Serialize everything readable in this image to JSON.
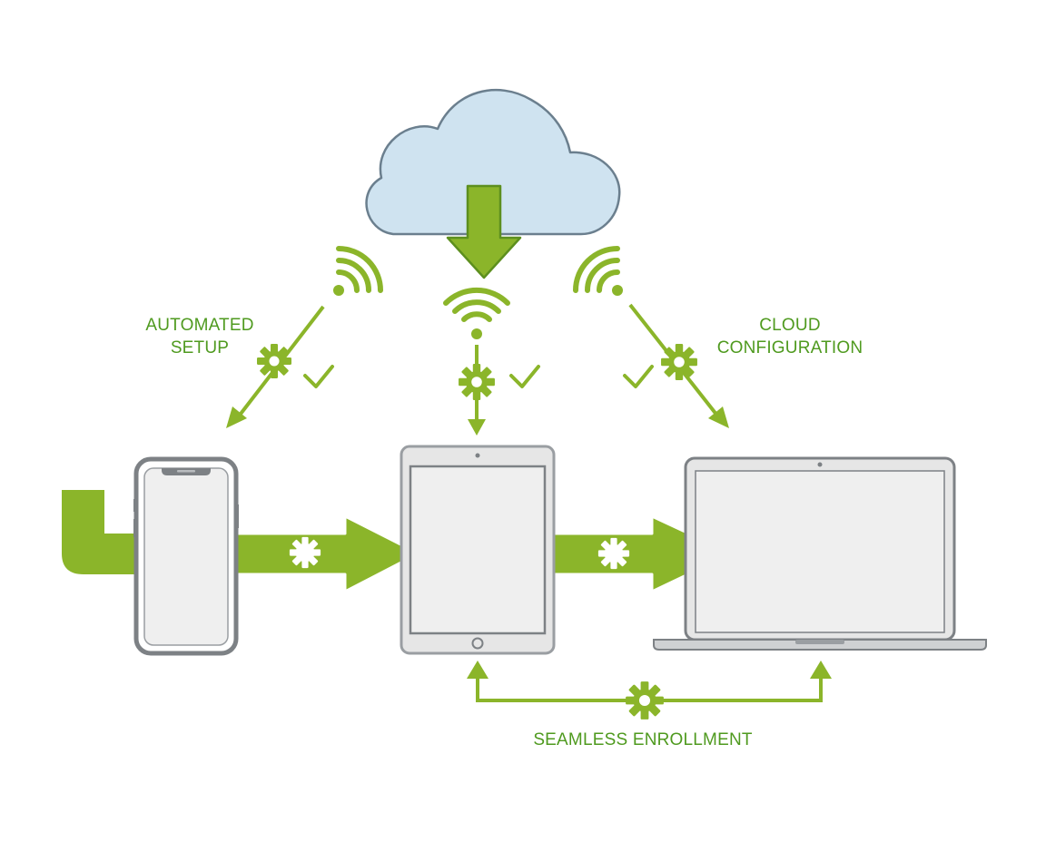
{
  "labels": {
    "automated_setup": [
      "AUTOMATED",
      "SETUP"
    ],
    "cloud_configuration": [
      "CLOUD",
      "CONFIGURATION"
    ],
    "seamless_enrollment": "SEAMLESS ENROLLMENT"
  },
  "nodes": {
    "cloud": "cloud-icon",
    "phone": "smartphone-icon",
    "tablet": "tablet-icon",
    "laptop": "laptop-icon"
  },
  "colors": {
    "accent_green": "#8bb52a",
    "dark_green": "#5d8f1e",
    "label_green": "#4f9a1f",
    "cloud_fill": "#cfe3f0",
    "cloud_stroke": "#6b7f8e",
    "device_frame": "#7d8185",
    "screen_fill": "#efefef"
  }
}
